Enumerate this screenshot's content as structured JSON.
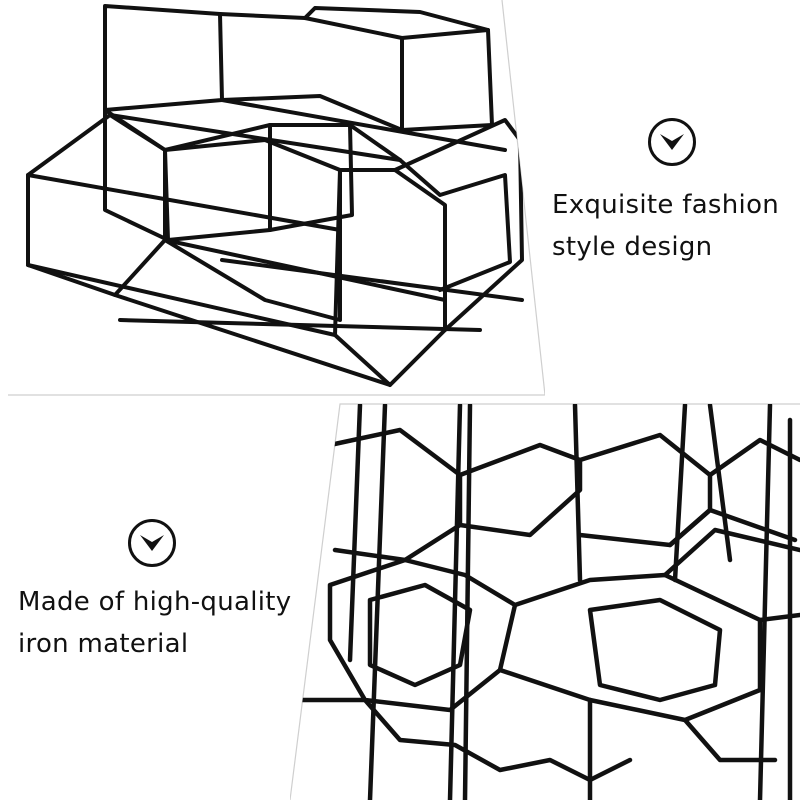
{
  "features": [
    {
      "icon": "chevron-down-circle-icon",
      "line1": "Exquisite fashion",
      "line2": "style design"
    },
    {
      "icon": "chevron-down-circle-icon",
      "line1": "Made of high-quality",
      "line2": "iron material"
    }
  ],
  "colors": {
    "background": "#ffffff",
    "wire": "#111111",
    "text": "#111111"
  }
}
